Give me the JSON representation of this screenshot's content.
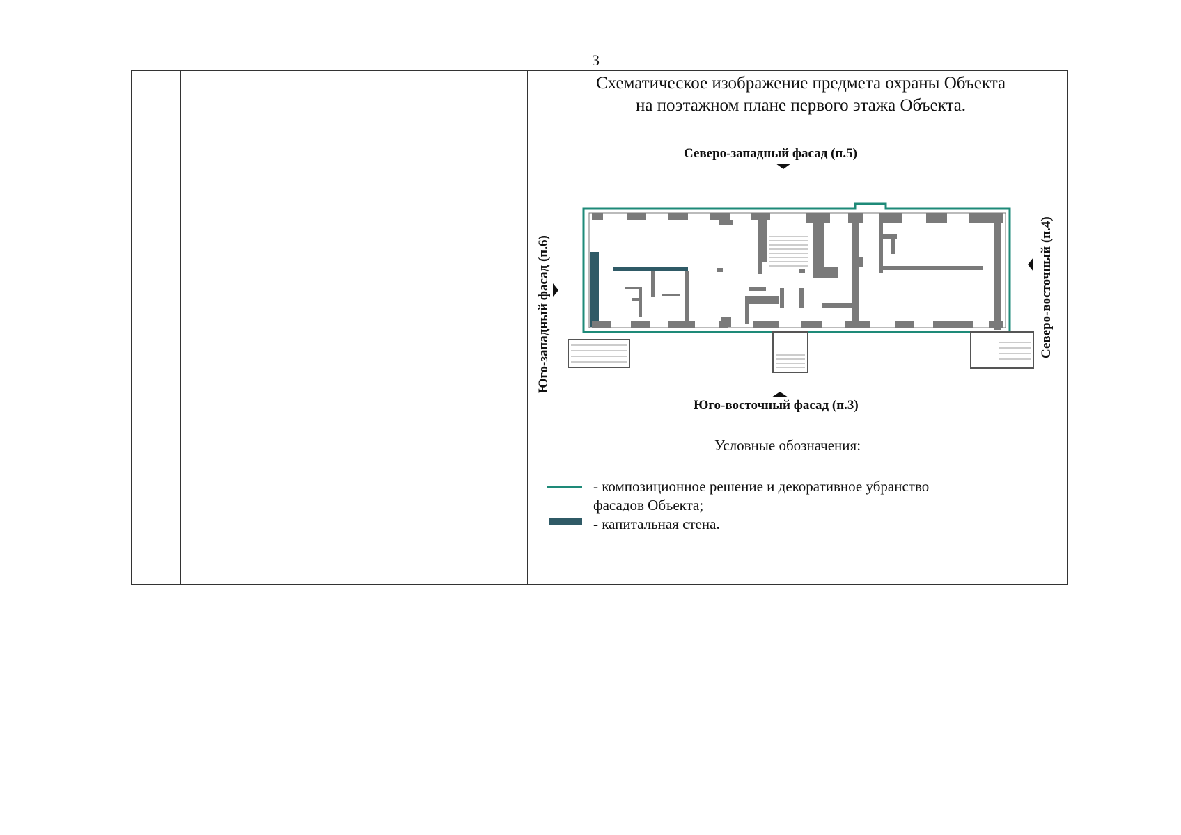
{
  "page_number": "3",
  "diagram": {
    "title_line1": "Схематическое изображение предмета охраны Объекта",
    "title_line2": "на поэтажном плане первого этажа Объекта.",
    "facades": {
      "north_west": "Северо-западный фасад (п.5)",
      "south_east": "Юго-восточный фасад (п.3)",
      "south_west": "Юго-западный фасад (п.6)",
      "north_east": "Северо-восточный (п.4)"
    },
    "colors": {
      "facade_line": "#1e8a78",
      "capital_wall": "#2f5a66",
      "gray_wall": "#7a7a7a"
    }
  },
  "legend": {
    "title": "Условные обозначения:",
    "items": [
      {
        "text": "- композиционное решение и декоративное убранство фасадов Объекта;"
      },
      {
        "text": "- капитальная стена."
      }
    ]
  }
}
